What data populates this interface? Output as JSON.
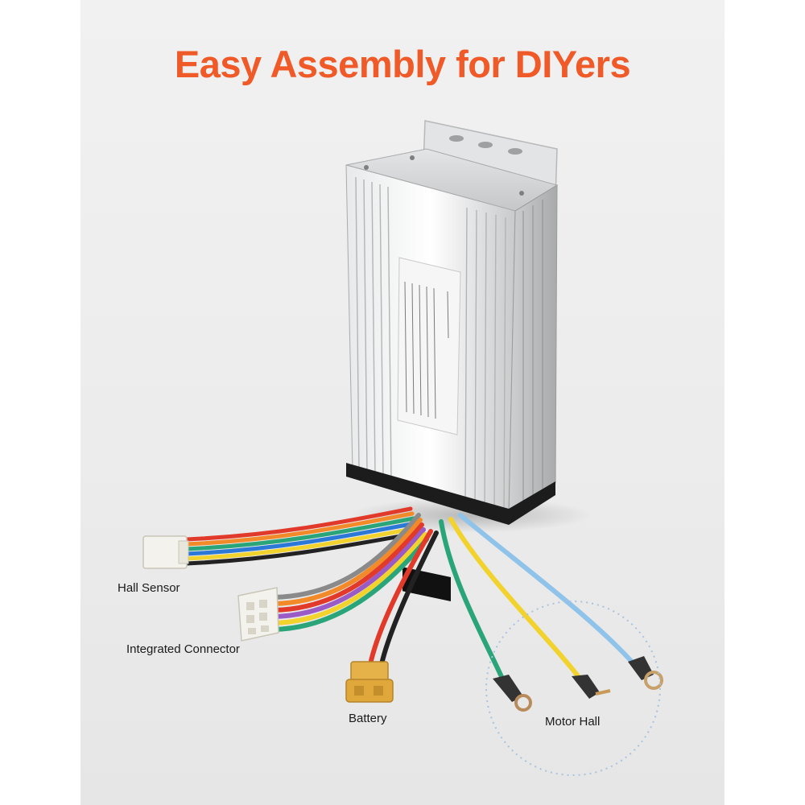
{
  "headline": "Easy Assembly for DIYers",
  "labels": {
    "hall_sensor": "Hall Sensor",
    "integrated_connector": "Integrated Connector",
    "battery": "Battery",
    "motor_hall": "Motor Hall"
  },
  "colors": {
    "headline": "#f05a28",
    "housing": "#d9dadb",
    "wire_green": "#2aa57a",
    "wire_yellow": "#f2d22c",
    "wire_blue": "#8fc3ea",
    "wire_red": "#e23a2a",
    "wire_black": "#222222",
    "connector_white": "#f4f2ec",
    "battery_connector": "#e5b24a",
    "callout_circle": "#a9c3df"
  },
  "icons": [
    "controller-box",
    "hall-sensor-connector",
    "integrated-connector",
    "battery-connector",
    "ring-terminal"
  ]
}
